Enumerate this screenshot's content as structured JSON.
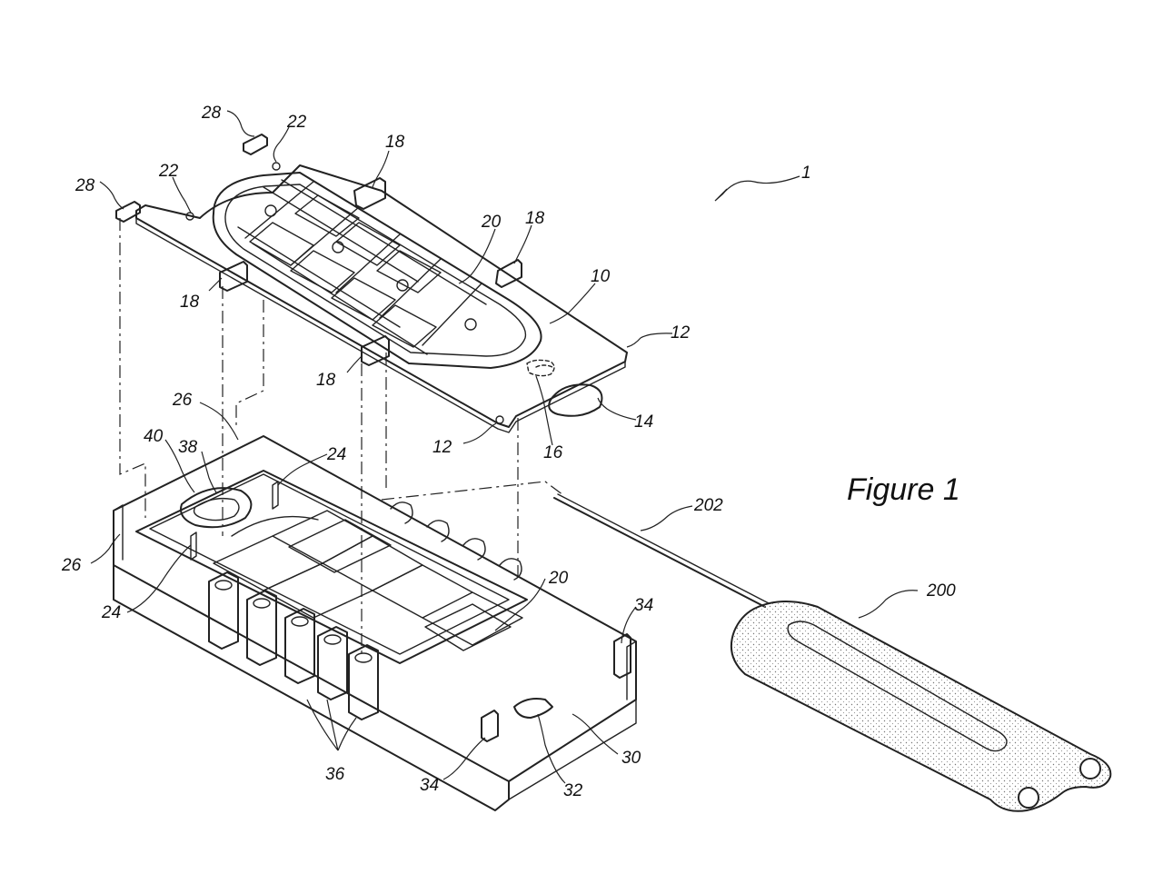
{
  "figure_title": "Figure 1",
  "reference_numerals": [
    {
      "id": "r1",
      "text": "1"
    },
    {
      "id": "r28a",
      "text": "28"
    },
    {
      "id": "r22a",
      "text": "22"
    },
    {
      "id": "r22b",
      "text": "22"
    },
    {
      "id": "r28b",
      "text": "28"
    },
    {
      "id": "r18a",
      "text": "18"
    },
    {
      "id": "r20a",
      "text": "20"
    },
    {
      "id": "r18b",
      "text": "18"
    },
    {
      "id": "r10",
      "text": "10"
    },
    {
      "id": "r12a",
      "text": "12"
    },
    {
      "id": "r18c",
      "text": "18"
    },
    {
      "id": "r18d",
      "text": "18"
    },
    {
      "id": "r14",
      "text": "14"
    },
    {
      "id": "r16",
      "text": "16"
    },
    {
      "id": "r12b",
      "text": "12"
    },
    {
      "id": "r26a",
      "text": "26"
    },
    {
      "id": "r40",
      "text": "40"
    },
    {
      "id": "r38",
      "text": "38"
    },
    {
      "id": "r24a",
      "text": "24"
    },
    {
      "id": "r202",
      "text": "202"
    },
    {
      "id": "r26b",
      "text": "26"
    },
    {
      "id": "r24b",
      "text": "24"
    },
    {
      "id": "r20b",
      "text": "20"
    },
    {
      "id": "r200",
      "text": "200"
    },
    {
      "id": "r34a",
      "text": "34"
    },
    {
      "id": "r36",
      "text": "36"
    },
    {
      "id": "r34b",
      "text": "34"
    },
    {
      "id": "r32",
      "text": "32"
    },
    {
      "id": "r30",
      "text": "30"
    }
  ]
}
